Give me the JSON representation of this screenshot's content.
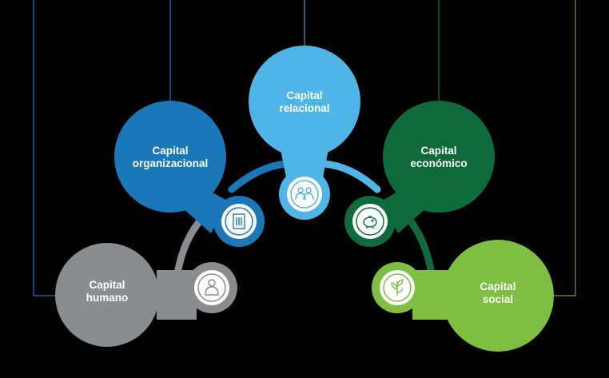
{
  "colors": {
    "background": "#000000",
    "organizacional": "#1a78b8",
    "relacional": "#4fb4e6",
    "economico": "#0f6b3c",
    "social": "#7ebf41",
    "humano": "#8a8d8f",
    "line_blue": "#2a88c8",
    "line_green": "#7ebf41"
  },
  "nodes": {
    "humano": {
      "line1": "Capital",
      "line2": "humano",
      "icon": "person-icon"
    },
    "organizacional": {
      "line1": "Capital",
      "line2": "organizacional",
      "icon": "building-icon"
    },
    "relacional": {
      "line1": "Capital",
      "line2": "relacional",
      "icon": "people-icon"
    },
    "economico": {
      "line1": "Capital",
      "line2": "económico",
      "icon": "piggy-bank-icon"
    },
    "social": {
      "line1": "Capital",
      "line2": "social",
      "icon": "plant-icon"
    }
  }
}
